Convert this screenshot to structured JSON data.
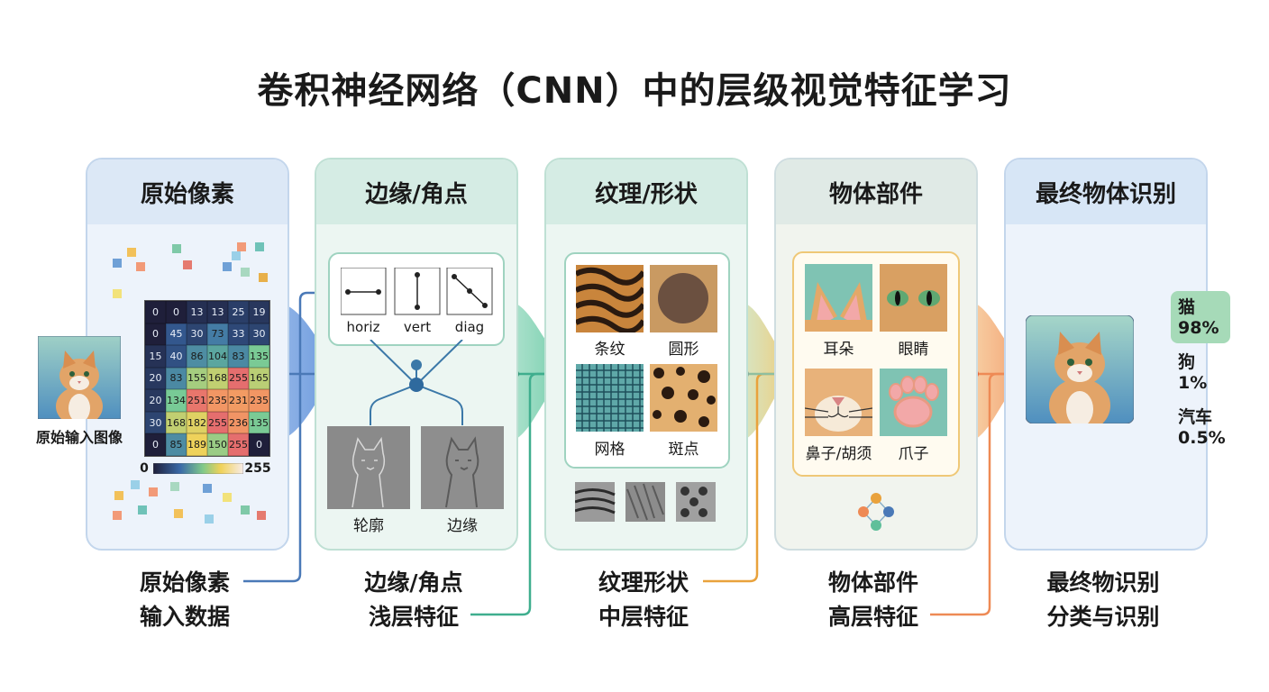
{
  "title": "卷积神经网络（CNN）中的层级视觉特征学习",
  "stages": [
    {
      "title": "原始像素",
      "bottom": [
        "原始像素",
        "输入数据"
      ]
    },
    {
      "title": "边缘/角点",
      "bottom": [
        "边缘/角点",
        "浅层特征"
      ]
    },
    {
      "title": "纹理/形状",
      "bottom": [
        "纹理形状",
        "中层特征"
      ]
    },
    {
      "title": "物体部件",
      "bottom": [
        "物体部件",
        "高层特征"
      ]
    },
    {
      "title": "最终物体识别",
      "bottom": [
        "最终物识别",
        "分类与识别"
      ]
    }
  ],
  "input_label": "原始输入图像",
  "pixel_grid": [
    [
      0,
      0,
      13,
      13,
      25,
      19
    ],
    [
      0,
      45,
      30,
      73,
      33,
      30
    ],
    [
      15,
      40,
      86,
      104,
      83,
      135
    ],
    [
      20,
      83,
      155,
      168,
      255,
      165
    ],
    [
      20,
      134,
      251,
      235,
      231,
      235
    ],
    [
      30,
      168,
      182,
      255,
      236,
      135
    ],
    [
      0,
      85,
      189,
      150,
      255,
      0
    ]
  ],
  "colorbar": {
    "min": "0",
    "max": "255"
  },
  "edge_filters": [
    "horiz",
    "vert",
    "diag"
  ],
  "edge_maps": [
    "轮廓",
    "边缘"
  ],
  "textures": [
    "条纹",
    "圆形",
    "网格",
    "斑点"
  ],
  "parts": [
    "耳朵",
    "眼睛",
    "鼻子/胡须",
    "爪子"
  ],
  "predictions": [
    {
      "label": "猫",
      "value": "98%"
    },
    {
      "label": "狗",
      "value": "1%"
    },
    {
      "label": "汽车",
      "value": "0.5%"
    }
  ],
  "colors": {
    "blue": "#4a79b7",
    "green": "#3fae8e",
    "orange": "#e9a23c",
    "red": "#ee8a55"
  }
}
